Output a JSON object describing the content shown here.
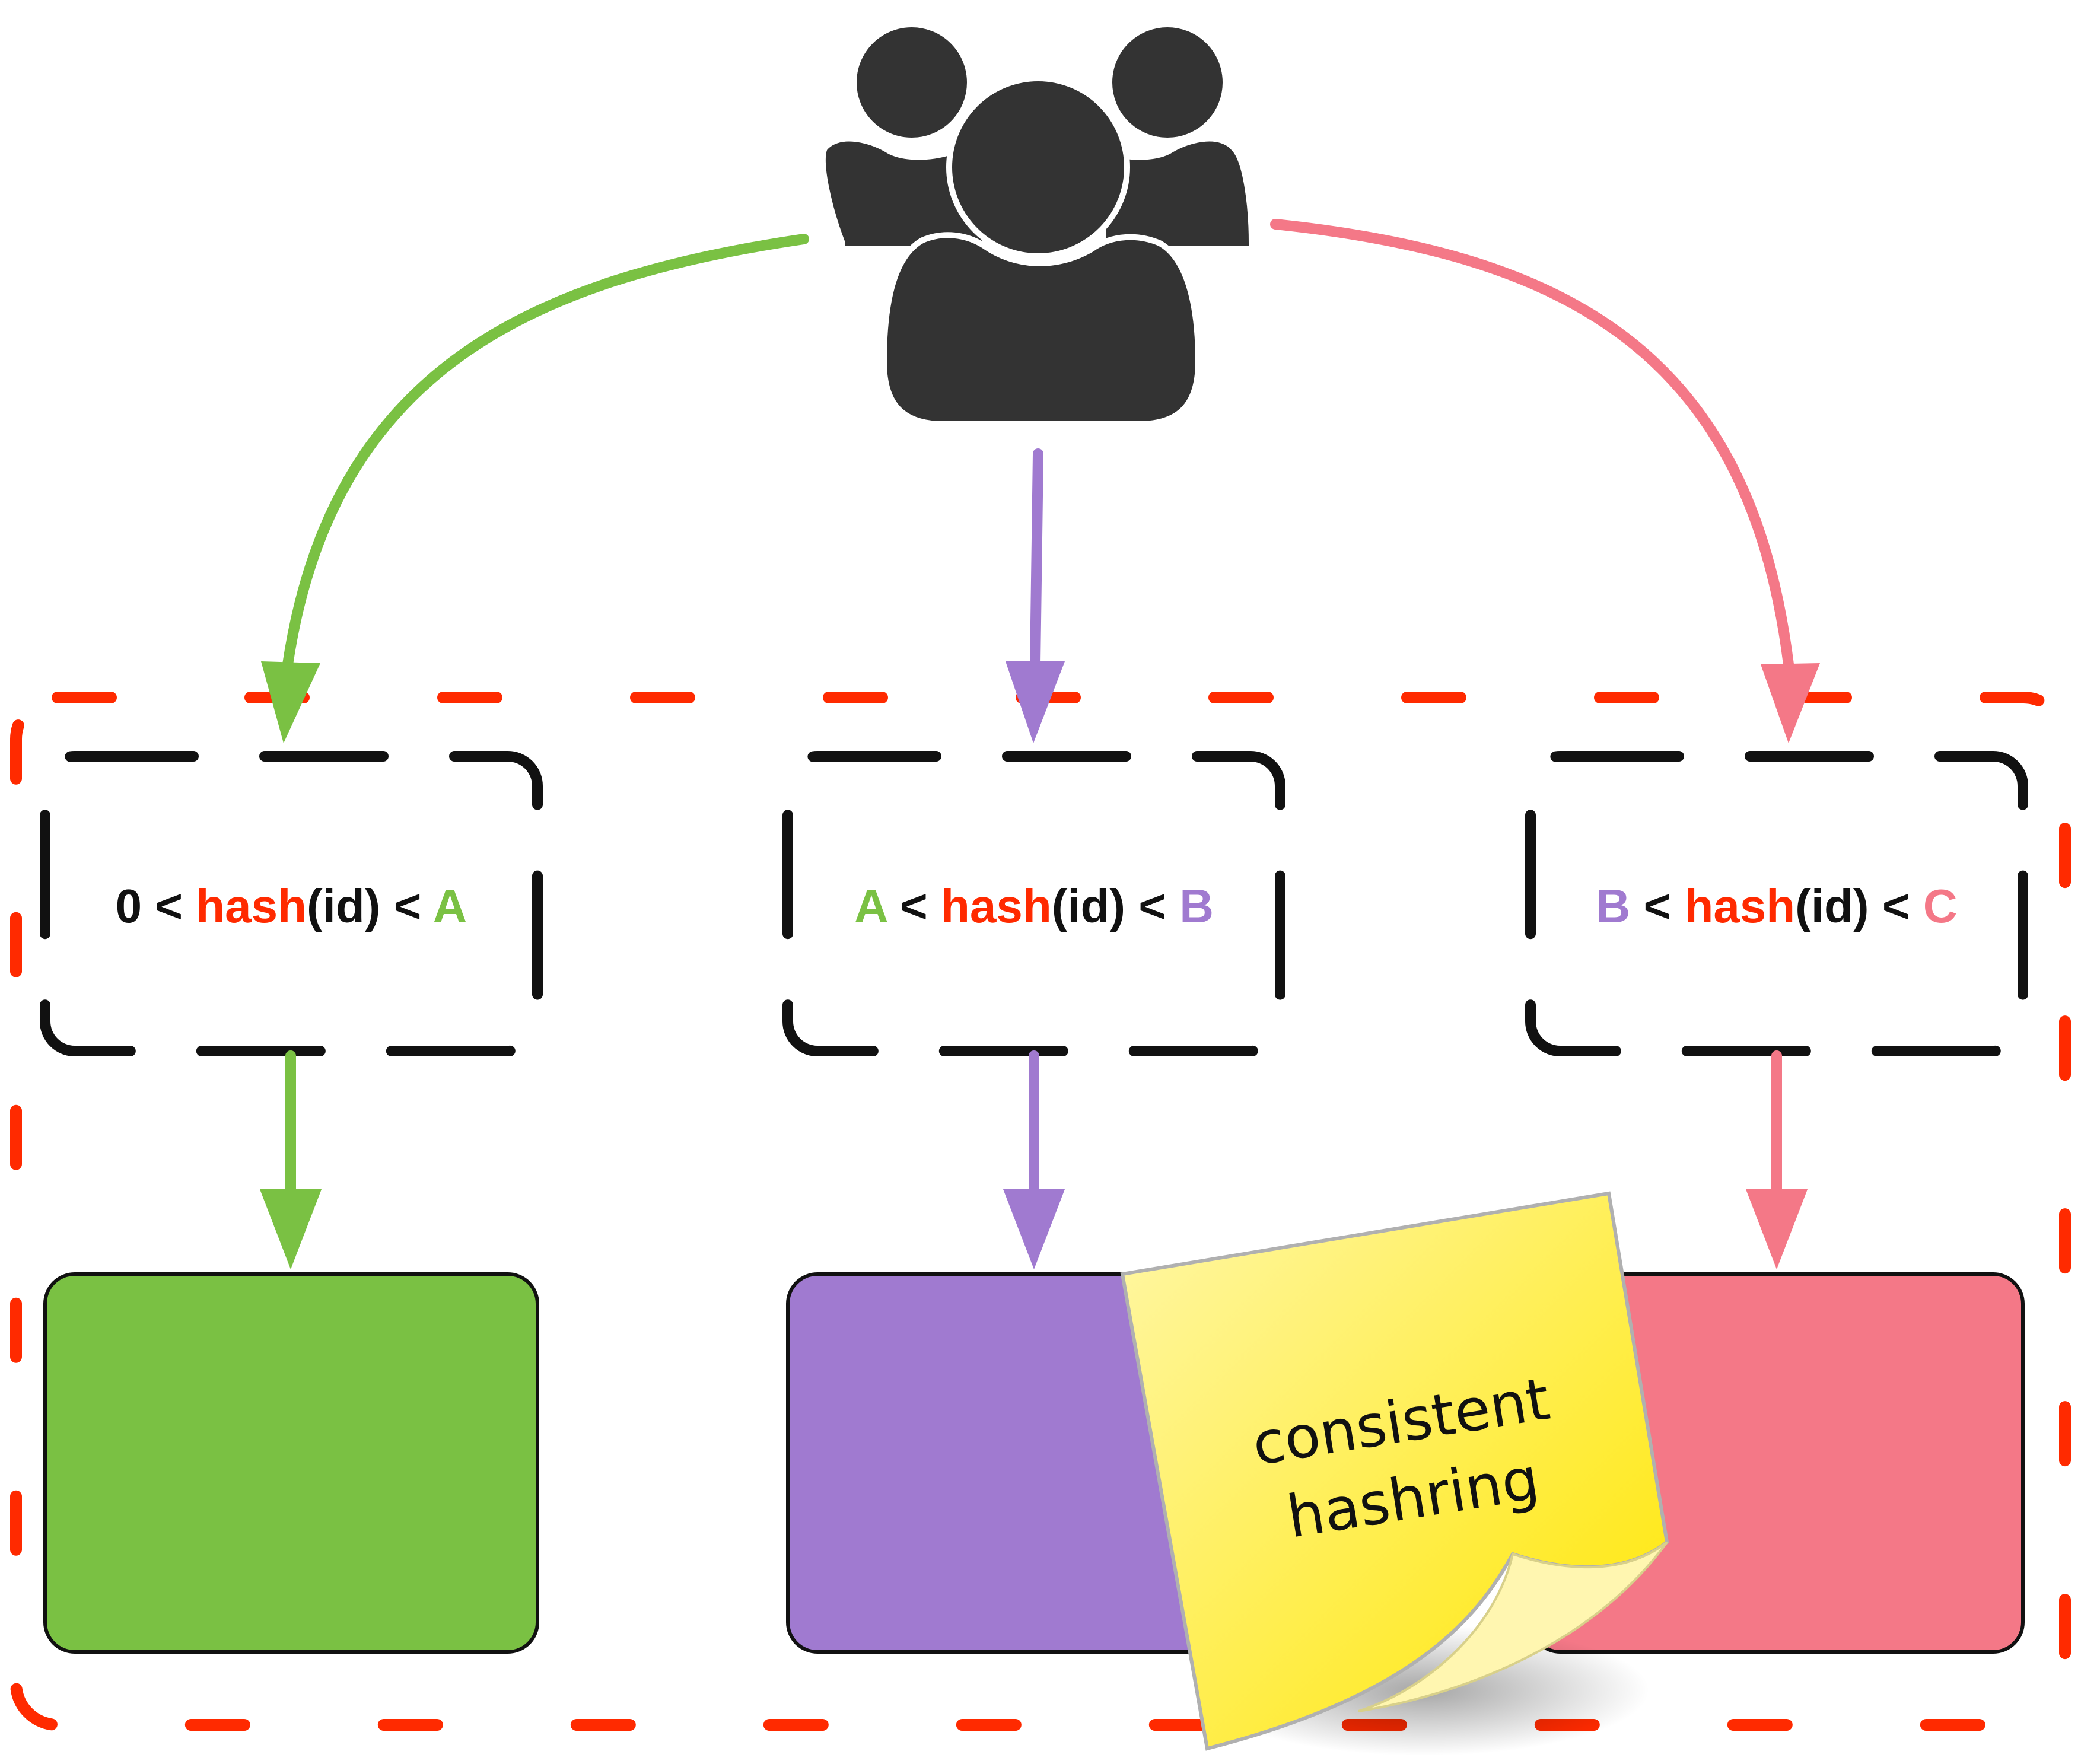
{
  "colors": {
    "green": "#7ac143",
    "purple": "#a07ad0",
    "pink": "#f47887",
    "red": "#ff2a00",
    "dark": "#111111",
    "users": "#333333",
    "note_light": "#fff7a8",
    "note_dark": "#ffe500"
  },
  "icons": {
    "users": "users-group-icon"
  },
  "ranges": [
    {
      "id": "range-1",
      "color": "green",
      "tokens": [
        {
          "text": "0",
          "color": "dark"
        },
        {
          "text": " < ",
          "color": "dark"
        },
        {
          "text": "hash",
          "color": "red"
        },
        {
          "text": "(id)",
          "color": "dark"
        },
        {
          "text": " < ",
          "color": "dark"
        },
        {
          "text": "A",
          "color": "green"
        }
      ]
    },
    {
      "id": "range-2",
      "color": "purple",
      "tokens": [
        {
          "text": "A",
          "color": "green"
        },
        {
          "text": " < ",
          "color": "dark"
        },
        {
          "text": "hash",
          "color": "red"
        },
        {
          "text": "(id)",
          "color": "dark"
        },
        {
          "text": " < ",
          "color": "dark"
        },
        {
          "text": "B",
          "color": "purple"
        }
      ]
    },
    {
      "id": "range-3",
      "color": "pink",
      "tokens": [
        {
          "text": "B",
          "color": "purple"
        },
        {
          "text": " < ",
          "color": "dark"
        },
        {
          "text": "hash",
          "color": "red"
        },
        {
          "text": "(id)",
          "color": "dark"
        },
        {
          "text": " < ",
          "color": "dark"
        },
        {
          "text": "C",
          "color": "pink"
        }
      ]
    }
  ],
  "note": {
    "line1": "consistent",
    "line2": "hashring"
  }
}
